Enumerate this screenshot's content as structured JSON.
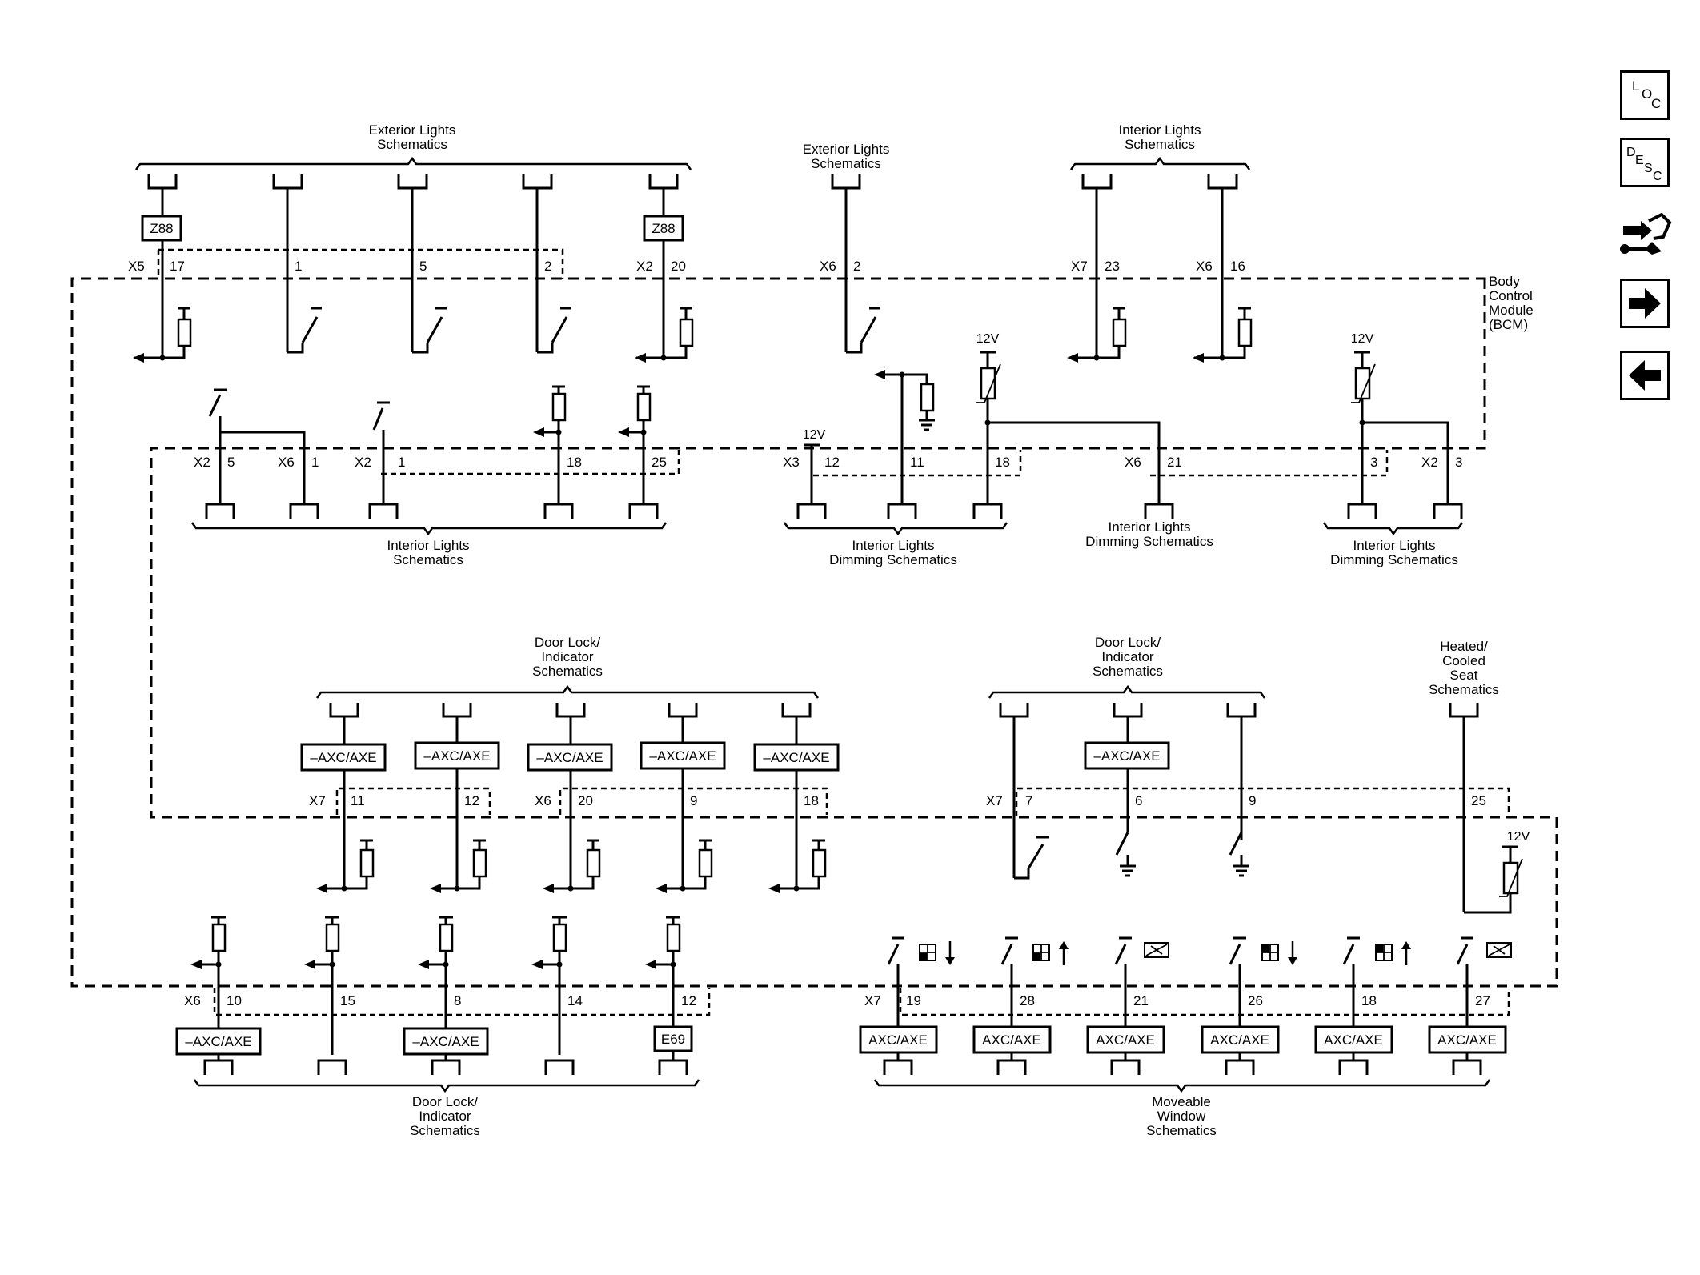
{
  "bcm_label": [
    "Body",
    "Control",
    "Module",
    "(BCM)"
  ],
  "headers": {
    "ext_lights_1": [
      "Exterior Lights",
      "Schematics"
    ],
    "ext_lights_2": [
      "Exterior Lights",
      "Schematics"
    ],
    "int_lights_top": [
      "Interior Lights",
      "Schematics"
    ],
    "int_lights_mid": [
      "Interior Lights",
      "Schematics"
    ],
    "dim_a": [
      "Interior Lights",
      "Dimming Schematics"
    ],
    "dim_b": [
      "Interior Lights",
      "Dimming Schematics"
    ],
    "dim_c": [
      "Interior Lights",
      "Dimming Schematics"
    ],
    "door_lock_a": [
      "Door Lock/",
      "Indicator",
      "Schematics"
    ],
    "door_lock_b": [
      "Door Lock/",
      "Indicator",
      "Schematics"
    ],
    "door_lock_c": [
      "Door Lock/",
      "Indicator",
      "Schematics"
    ],
    "heated_seat": [
      "Heated/",
      "Cooled",
      "Seat",
      "Schematics"
    ],
    "window": [
      "Moveable",
      "Window",
      "Schematics"
    ]
  },
  "voltage_labels": [
    "12V",
    "12V",
    "12V",
    "12V"
  ],
  "boxes": {
    "z88": "Z88",
    "neg_axc": "–AXC/AXE",
    "axc": "AXC/AXE",
    "e69": "E69"
  },
  "connectors": {
    "row1": [
      {
        "conn": "X5",
        "pin": "17"
      },
      {
        "conn": "",
        "pin": "1"
      },
      {
        "conn": "",
        "pin": "5"
      },
      {
        "conn": "",
        "pin": "2"
      },
      {
        "conn": "X2",
        "pin": "20"
      },
      {
        "conn": "X6",
        "pin": "2"
      },
      {
        "conn": "X7",
        "pin": "23"
      },
      {
        "conn": "X6",
        "pin": "16"
      }
    ],
    "row2": [
      {
        "conn": "X2",
        "pin": "5"
      },
      {
        "conn": "X6",
        "pin": "1"
      },
      {
        "conn": "X2",
        "pin": "1"
      },
      {
        "conn": "",
        "pin": "18"
      },
      {
        "conn": "",
        "pin": "25"
      },
      {
        "conn": "X3",
        "pin": "12"
      },
      {
        "conn": "",
        "pin": "11"
      },
      {
        "conn": "",
        "pin": "18"
      },
      {
        "conn": "X6",
        "pin": "21"
      },
      {
        "conn": "",
        "pin": "3"
      },
      {
        "conn": "X2",
        "pin": "3"
      }
    ],
    "row3": [
      {
        "conn": "X7",
        "pin": "11"
      },
      {
        "conn": "",
        "pin": "12"
      },
      {
        "conn": "X6",
        "pin": "20"
      },
      {
        "conn": "",
        "pin": "9"
      },
      {
        "conn": "",
        "pin": "18"
      },
      {
        "conn": "X7",
        "pin": "7"
      },
      {
        "conn": "",
        "pin": "6"
      },
      {
        "conn": "",
        "pin": "9"
      },
      {
        "conn": "",
        "pin": "25"
      }
    ],
    "row4": [
      {
        "conn": "X6",
        "pin": "10"
      },
      {
        "conn": "",
        "pin": "15"
      },
      {
        "conn": "",
        "pin": "8"
      },
      {
        "conn": "",
        "pin": "14"
      },
      {
        "conn": "",
        "pin": "12"
      },
      {
        "conn": "X7",
        "pin": "19"
      },
      {
        "conn": "",
        "pin": "28"
      },
      {
        "conn": "",
        "pin": "21"
      },
      {
        "conn": "",
        "pin": "26"
      },
      {
        "conn": "",
        "pin": "18"
      },
      {
        "conn": "",
        "pin": "27"
      }
    ]
  },
  "nav": {
    "loc": [
      "L",
      "O",
      "C"
    ],
    "desc": [
      "D",
      "E",
      "S",
      "C"
    ],
    "connector_icon": "connector-tool-icon",
    "next_icon": "arrow-right-icon",
    "prev_icon": "arrow-left-icon"
  }
}
